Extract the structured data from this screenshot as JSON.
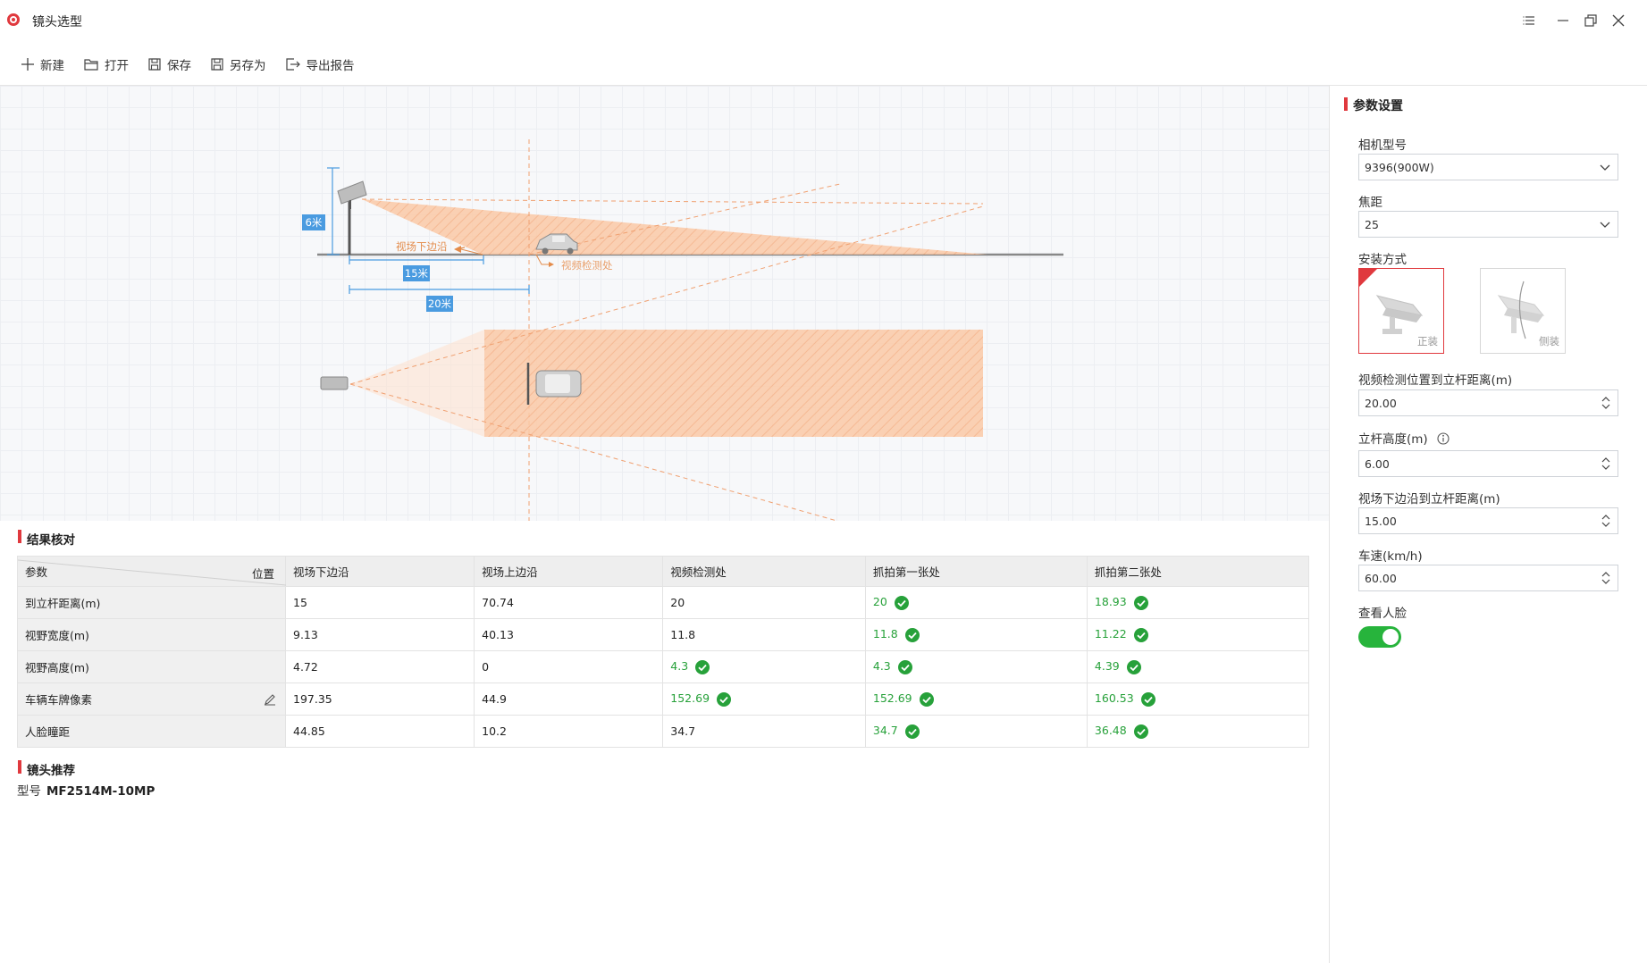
{
  "window": {
    "title": "镜头选型"
  },
  "toolbar": {
    "new": "新建",
    "open": "打开",
    "save": "保存",
    "save_as": "另存为",
    "export": "导出报告"
  },
  "diagram": {
    "height_label": "6米",
    "near_edge_label": "视场下边沿",
    "detect_label": "视频检测处",
    "dist1_label": "15米",
    "dist2_label": "20米"
  },
  "panel": {
    "title": "参数设置",
    "camera_model_label": "相机型号",
    "camera_model_value": "9396(900W)",
    "focal_label": "焦距",
    "focal_value": "25",
    "mount_label": "安装方式",
    "mount_front": "正装",
    "mount_side": "侧装",
    "detect_dist_label": "视频检测位置到立杆距离(m)",
    "detect_dist_value": "20.00",
    "pole_height_label": "立杆高度(m)",
    "pole_height_value": "6.00",
    "near_edge_label": "视场下边沿到立杆距离(m)",
    "near_edge_value": "15.00",
    "speed_label": "车速(km/h)",
    "speed_value": "60.00",
    "face_label": "查看人脸",
    "face_enabled": true
  },
  "results": {
    "title": "结果核对",
    "corner_left": "参数",
    "corner_right": "位置",
    "columns": [
      "视场下边沿",
      "视场上边沿",
      "视频检测处",
      "抓拍第一张处",
      "抓拍第二张处"
    ],
    "rows": [
      {
        "param": "到立杆距离(m)",
        "cells": [
          {
            "v": "15",
            "ok": false
          },
          {
            "v": "70.74",
            "ok": false
          },
          {
            "v": "20",
            "ok": false
          },
          {
            "v": "20",
            "ok": true
          },
          {
            "v": "18.93",
            "ok": true
          }
        ]
      },
      {
        "param": "视野宽度(m)",
        "cells": [
          {
            "v": "9.13",
            "ok": false
          },
          {
            "v": "40.13",
            "ok": false
          },
          {
            "v": "11.8",
            "ok": false
          },
          {
            "v": "11.8",
            "ok": true
          },
          {
            "v": "11.22",
            "ok": true
          }
        ]
      },
      {
        "param": "视野高度(m)",
        "cells": [
          {
            "v": "4.72",
            "ok": false
          },
          {
            "v": "0",
            "ok": false
          },
          {
            "v": "4.3",
            "ok": true
          },
          {
            "v": "4.3",
            "ok": true
          },
          {
            "v": "4.39",
            "ok": true
          }
        ]
      },
      {
        "param": "车辆车牌像素",
        "cells": [
          {
            "v": "197.35",
            "ok": false
          },
          {
            "v": "44.9",
            "ok": false
          },
          {
            "v": "152.69",
            "ok": true
          },
          {
            "v": "152.69",
            "ok": true
          },
          {
            "v": "160.53",
            "ok": true
          }
        ]
      },
      {
        "param": "人脸瞳距",
        "cells": [
          {
            "v": "44.85",
            "ok": false
          },
          {
            "v": "10.2",
            "ok": false
          },
          {
            "v": "34.7",
            "ok": false
          },
          {
            "v": "34.7",
            "ok": true
          },
          {
            "v": "36.48",
            "ok": true
          }
        ]
      }
    ]
  },
  "recommend": {
    "title": "镜头推荐",
    "model_label": "型号",
    "model_value": "MF2514M-10MP"
  },
  "colors": {
    "accent": "#e0393e",
    "ok": "#27a13a",
    "toggle": "#27b43c",
    "fov": "#f7a46e",
    "dim": "#4a9be0"
  }
}
